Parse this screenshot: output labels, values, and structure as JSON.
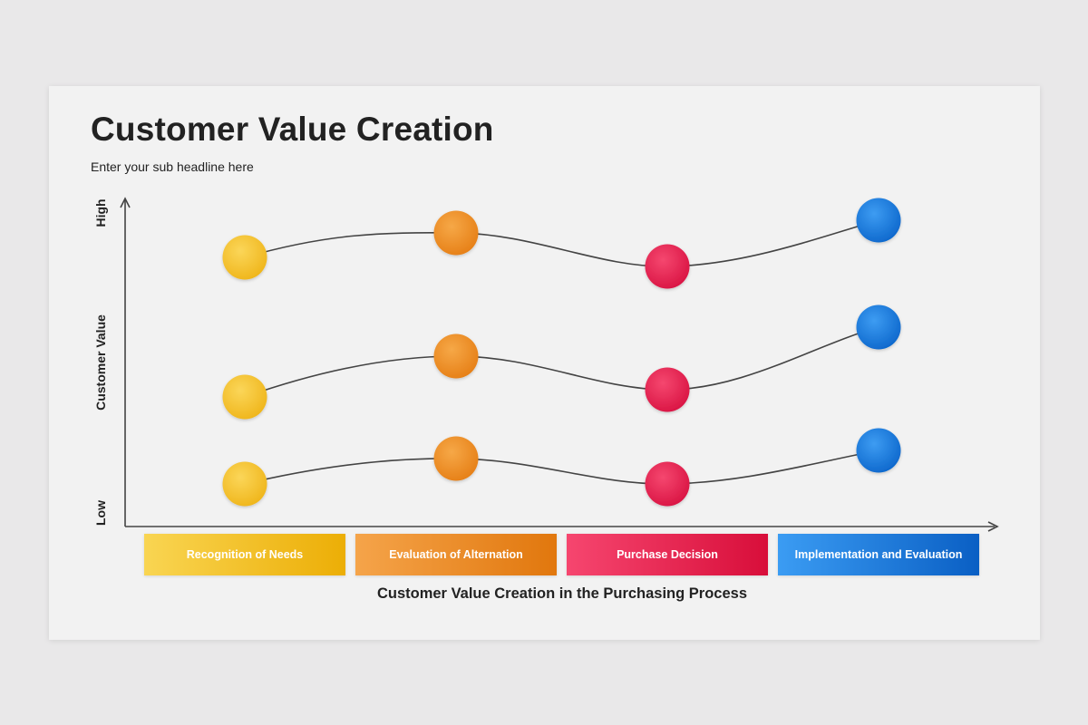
{
  "title": "Customer Value Creation",
  "subtitle": "Enter your sub headline here",
  "axes": {
    "y_label": "Customer Value",
    "y_high": "High",
    "y_low": "Low",
    "x_label": "Customer Value Creation in the Purchasing Process"
  },
  "stages": [
    {
      "label": "Recognition of Needs",
      "color_from": "#f9d552",
      "color_to": "#ecae06"
    },
    {
      "label": "Evaluation of Alternation",
      "color_from": "#f5a44a",
      "color_to": "#e1770d"
    },
    {
      "label": "Purchase Decision",
      "color_from": "#f6466f",
      "color_to": "#d80e3a"
    },
    {
      "label": "Implementation and Evaluation",
      "color_from": "#3b9cf3",
      "color_to": "#0a5fc4"
    }
  ],
  "node_colors": {
    "yellow": "#f7c431",
    "orange": "#ef8e24",
    "red": "#e9264f",
    "blue": "#1f7fe0"
  },
  "line_color": "#444444"
}
